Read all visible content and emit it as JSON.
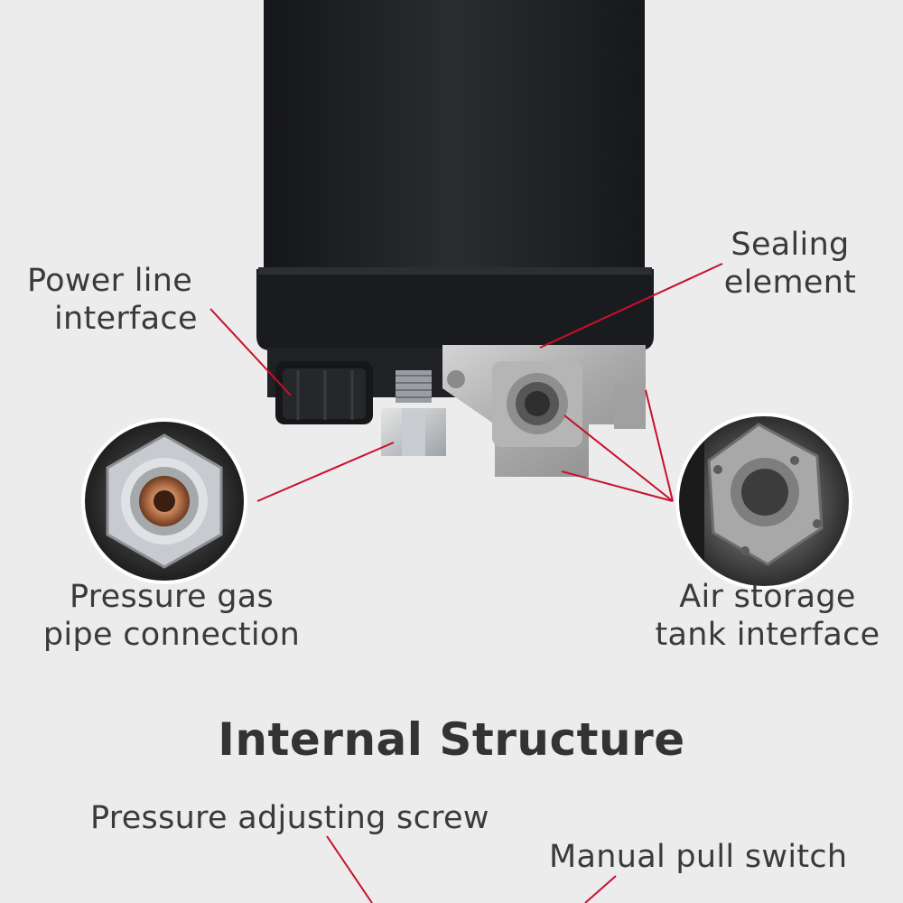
{
  "labels": {
    "power_line": [
      "Power line",
      "interface"
    ],
    "sealing": [
      "Sealing",
      "element"
    ],
    "pressure_gas": [
      "Pressure gas",
      "pipe connection"
    ],
    "air_storage": [
      "Air storage",
      "tank interface"
    ],
    "pressure_screw": "Pressure adjusting screw",
    "manual_switch": "Manual pull switch"
  },
  "section_title": "Internal Structure",
  "colors": {
    "background": "#ececec",
    "leader_line": "#c8102e",
    "housing": "#1e1f21",
    "text": "#3a3a3a"
  }
}
